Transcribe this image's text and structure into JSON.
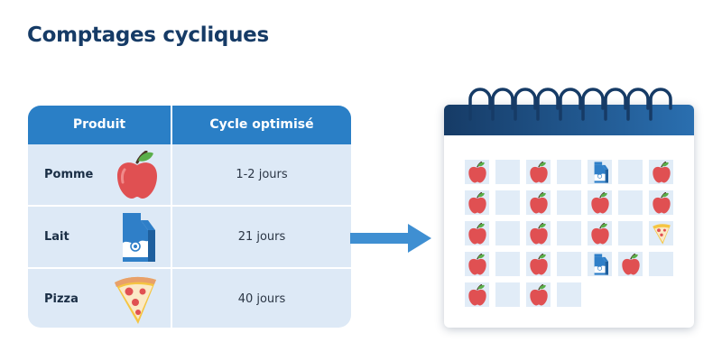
{
  "title": "Comptages cycliques",
  "table": {
    "headers": [
      "Produit",
      "Cycle optimisé"
    ],
    "rows": [
      {
        "product": "Pomme",
        "cycle": "1-2 jours",
        "icon": "apple-icon"
      },
      {
        "product": "Lait",
        "cycle": "21 jours",
        "icon": "milk-carton-icon"
      },
      {
        "product": "Pizza",
        "cycle": "40 jours",
        "icon": "pizza-slice-icon"
      }
    ]
  },
  "calendar": {
    "icon": "calendar-icon",
    "weeks": [
      [
        "apple",
        "",
        "apple",
        "",
        "milk",
        "",
        "apple"
      ],
      [
        "apple",
        "",
        "apple",
        "",
        "apple",
        "",
        "apple"
      ],
      [
        "apple",
        "",
        "apple",
        "",
        "apple",
        "",
        "pizza"
      ],
      [
        "apple",
        "",
        "apple",
        "",
        "milk",
        "apple",
        ""
      ],
      [
        "apple",
        "",
        "apple",
        "",
        null,
        null,
        null
      ]
    ]
  },
  "colors": {
    "title": "#163b66",
    "table_header": "#2a7fc6",
    "table_body": "#dde9f6",
    "arrow": "#3f8fd2",
    "calendar_header_start": "#163b66",
    "calendar_header_end": "#2a6fb0",
    "cell": "#e1ecf7"
  }
}
